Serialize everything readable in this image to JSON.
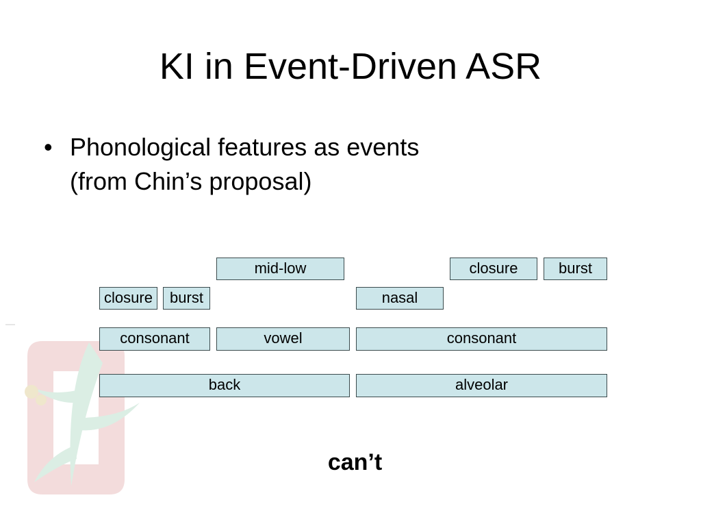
{
  "slide": {
    "title": "KI in Event-Driven ASR",
    "bullet": {
      "symbol": "•",
      "lines": [
        "Phonological features as events",
        "(from Chin’s proposal)"
      ]
    },
    "word": "can’t"
  },
  "feature_tiers": {
    "tier_1": [
      "mid-low",
      "closure",
      "burst"
    ],
    "tier_2": [
      "closure",
      "burst",
      "nasal"
    ],
    "tier_3": [
      "consonant",
      "vowel",
      "consonant"
    ],
    "tier_4": [
      "back",
      "alveolar"
    ]
  },
  "colors": {
    "box_fill": "#cce6ea",
    "box_border": "#3a4a4c",
    "watermark_red": "#f3dcdc",
    "watermark_green": "#dbeee4"
  },
  "icons": {
    "watermark": "ohio-state-block-o-buckeye-leaf-watermark"
  }
}
